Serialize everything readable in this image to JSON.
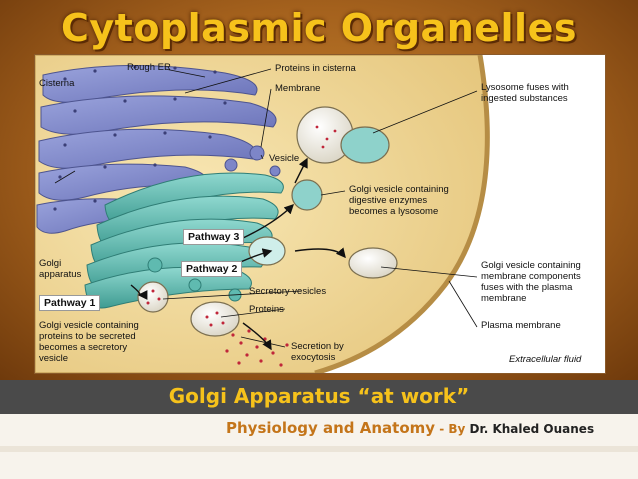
{
  "slide": {
    "title": "Cytoplasmic Organelles",
    "subtitle": "Golgi Apparatus “at work”",
    "credit_topic": "Physiology and Anatomy",
    "credit_by": " - By",
    "credit_author": " Dr. Khaled Ouanes"
  },
  "figure": {
    "labels": {
      "rough_er": "Rough ER",
      "cisterna": "Cisterna",
      "proteins_in_cisterna": "Proteins in cisterna",
      "membrane": "Membrane",
      "vesicle": "Vesicle",
      "lysosome_fuses_1": "Lysosome fuses with",
      "lysosome_fuses_2": "ingested substances",
      "golgi_digestive_1": "Golgi vesicle containing",
      "golgi_digestive_2": "digestive enzymes",
      "golgi_digestive_3": "becomes a lysosome",
      "golgi_apparatus_1": "Golgi",
      "golgi_apparatus_2": "apparatus",
      "golgi_membrane_1": "Golgi vesicle containing",
      "golgi_membrane_2": "membrane components",
      "golgi_membrane_3": "fuses with the plasma",
      "golgi_membrane_4": "membrane",
      "secretory_vesicles": "Secretory vesicles",
      "proteins": "Proteins",
      "golgi_secreted_1": "Golgi vesicle containing",
      "golgi_secreted_2": "proteins to be secreted",
      "golgi_secreted_3": "becomes a secretory",
      "golgi_secreted_4": "vesicle",
      "plasma_membrane": "Plasma membrane",
      "secretion_1": "Secretion by",
      "secretion_2": "exocytosis",
      "extracellular_fluid": "Extracellular fluid"
    },
    "pathways": {
      "p1": "Pathway 1",
      "p2": "Pathway 2",
      "p3": "Pathway 3"
    },
    "colors": {
      "er": "#7d86c8",
      "golgi": "#5fbab0",
      "cytoplasm": "#f3dc9c",
      "protein_dots": "#c0263a"
    }
  }
}
